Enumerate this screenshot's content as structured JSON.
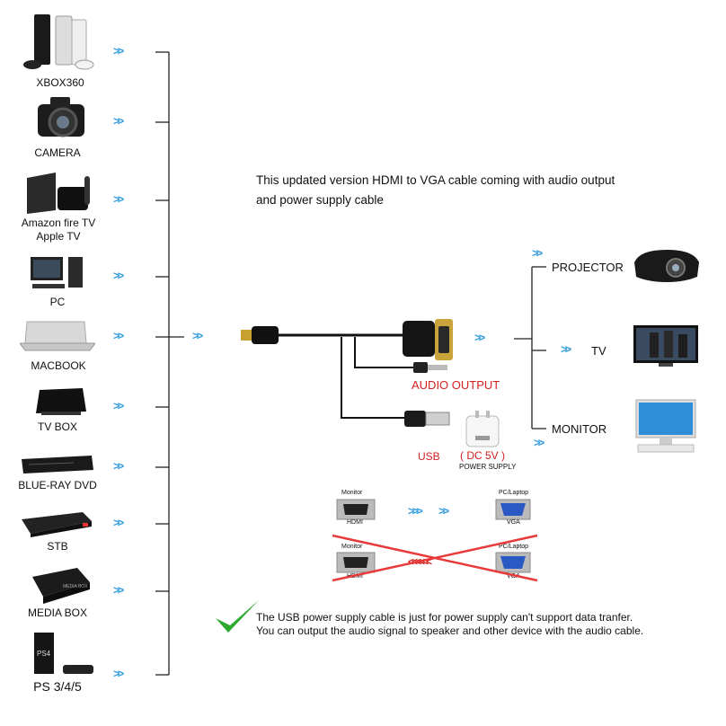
{
  "sources": [
    {
      "label": "XBOX360",
      "icon": "game-console-icon"
    },
    {
      "label": "CAMERA",
      "icon": "camera-icon"
    },
    {
      "label": "Amazon fire TV\nApple TV",
      "icon": "streaming-box-icon"
    },
    {
      "label": "PC",
      "icon": "desktop-pc-icon"
    },
    {
      "label": "MACBOOK",
      "icon": "laptop-icon"
    },
    {
      "label": "TV BOX",
      "icon": "tv-box-icon"
    },
    {
      "label": "BLUE-RAY DVD",
      "icon": "dvd-player-icon"
    },
    {
      "label": "STB",
      "icon": "set-top-box-icon"
    },
    {
      "label": "MEDIA BOX",
      "icon": "media-box-icon"
    },
    {
      "label": "PS 3/4/5",
      "icon": "playstation-icon"
    }
  ],
  "caption": {
    "line1": "This updated version HDMI to VGA cable coming with audio output",
    "line2": "and power supply cable"
  },
  "cable": {
    "audio_output": "AUDIO OUTPUT",
    "usb": "USB",
    "dc": "( DC 5V )",
    "power_supply": "POWER SUPPLY"
  },
  "outputs": [
    {
      "label": "PROJECTOR",
      "icon": "projector-icon"
    },
    {
      "label": "TV",
      "icon": "tv-icon"
    },
    {
      "label": "MONITOR",
      "icon": "monitor-icon"
    }
  ],
  "direction": {
    "correct": {
      "left_top": "Monitor",
      "left_bottom": "HDMI",
      "right_top": "PC/Laptop",
      "right_bottom": "VGA"
    },
    "wrong": {
      "left_top": "Monitor",
      "left_bottom": "HDMI",
      "right_top": "PC/Laptop",
      "right_bottom": "VGA"
    }
  },
  "note": {
    "line1": "The USB power supply cable is just for power supply can't support data tranfer.",
    "line2": "You can output the audio signal to speaker and other device with the audio cable."
  },
  "colors": {
    "arrow": "#3aa0e0",
    "red": "#d21f1f",
    "check": "#2ea82e",
    "line": "#222222"
  }
}
